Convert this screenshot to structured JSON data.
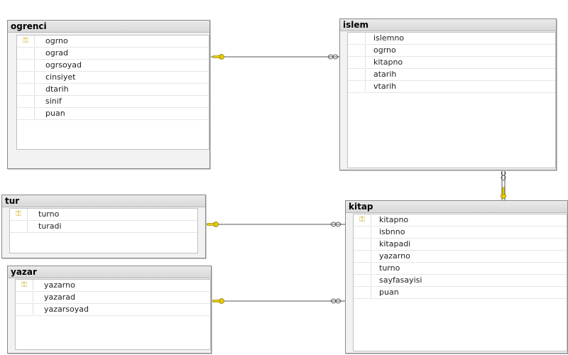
{
  "tables": {
    "ogrenci": {
      "title": "ogrenci",
      "columns": [
        "ogrno",
        "ograd",
        "ogrsoyad",
        "cinsiyet",
        "dtarih",
        "sinif",
        "puan"
      ],
      "key_index": 0
    },
    "islem": {
      "title": "islem",
      "columns": [
        "islemno",
        "ogrno",
        "kitapno",
        "atarih",
        "vtarih"
      ],
      "key_index": -1
    },
    "tur": {
      "title": "tur",
      "columns": [
        "turno",
        "turadi"
      ],
      "key_index": 0
    },
    "yazar": {
      "title": "yazar",
      "columns": [
        "yazarno",
        "yazarad",
        "yazarsoyad"
      ],
      "key_index": 0
    },
    "kitap": {
      "title": "kitap",
      "columns": [
        "kitapno",
        "isbnno",
        "kitapadi",
        "yazarno",
        "turno",
        "sayfasayisi",
        "puan"
      ],
      "key_index": 0
    }
  },
  "relations": [
    {
      "from": "ogrenci",
      "to": "islem"
    },
    {
      "from": "kitap",
      "to": "islem"
    },
    {
      "from": "tur",
      "to": "kitap"
    },
    {
      "from": "yazar",
      "to": "kitap"
    }
  ],
  "colors": {
    "key": "#e0c400",
    "line": "#555555",
    "border": "#8a8a8a"
  },
  "icons": {
    "primary_key": "key-icon",
    "infinity": "infinity-icon"
  }
}
